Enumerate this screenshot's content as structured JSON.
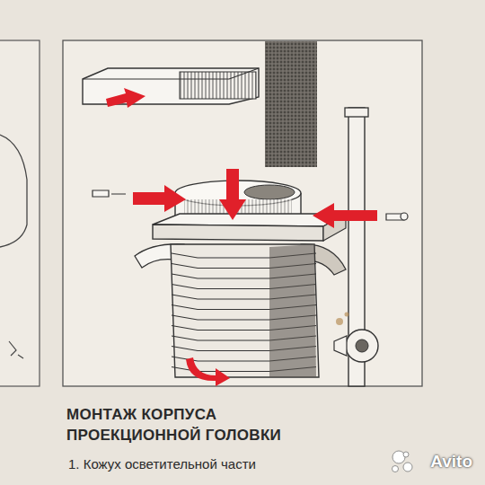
{
  "diagram": {
    "title": "МОНТАЖ КОРПУСА ПРОЕКЦИОННОЙ ГОЛОВКИ",
    "labels": [
      "1. Кожух осветительной части",
      "Avito"
    ]
  }
}
